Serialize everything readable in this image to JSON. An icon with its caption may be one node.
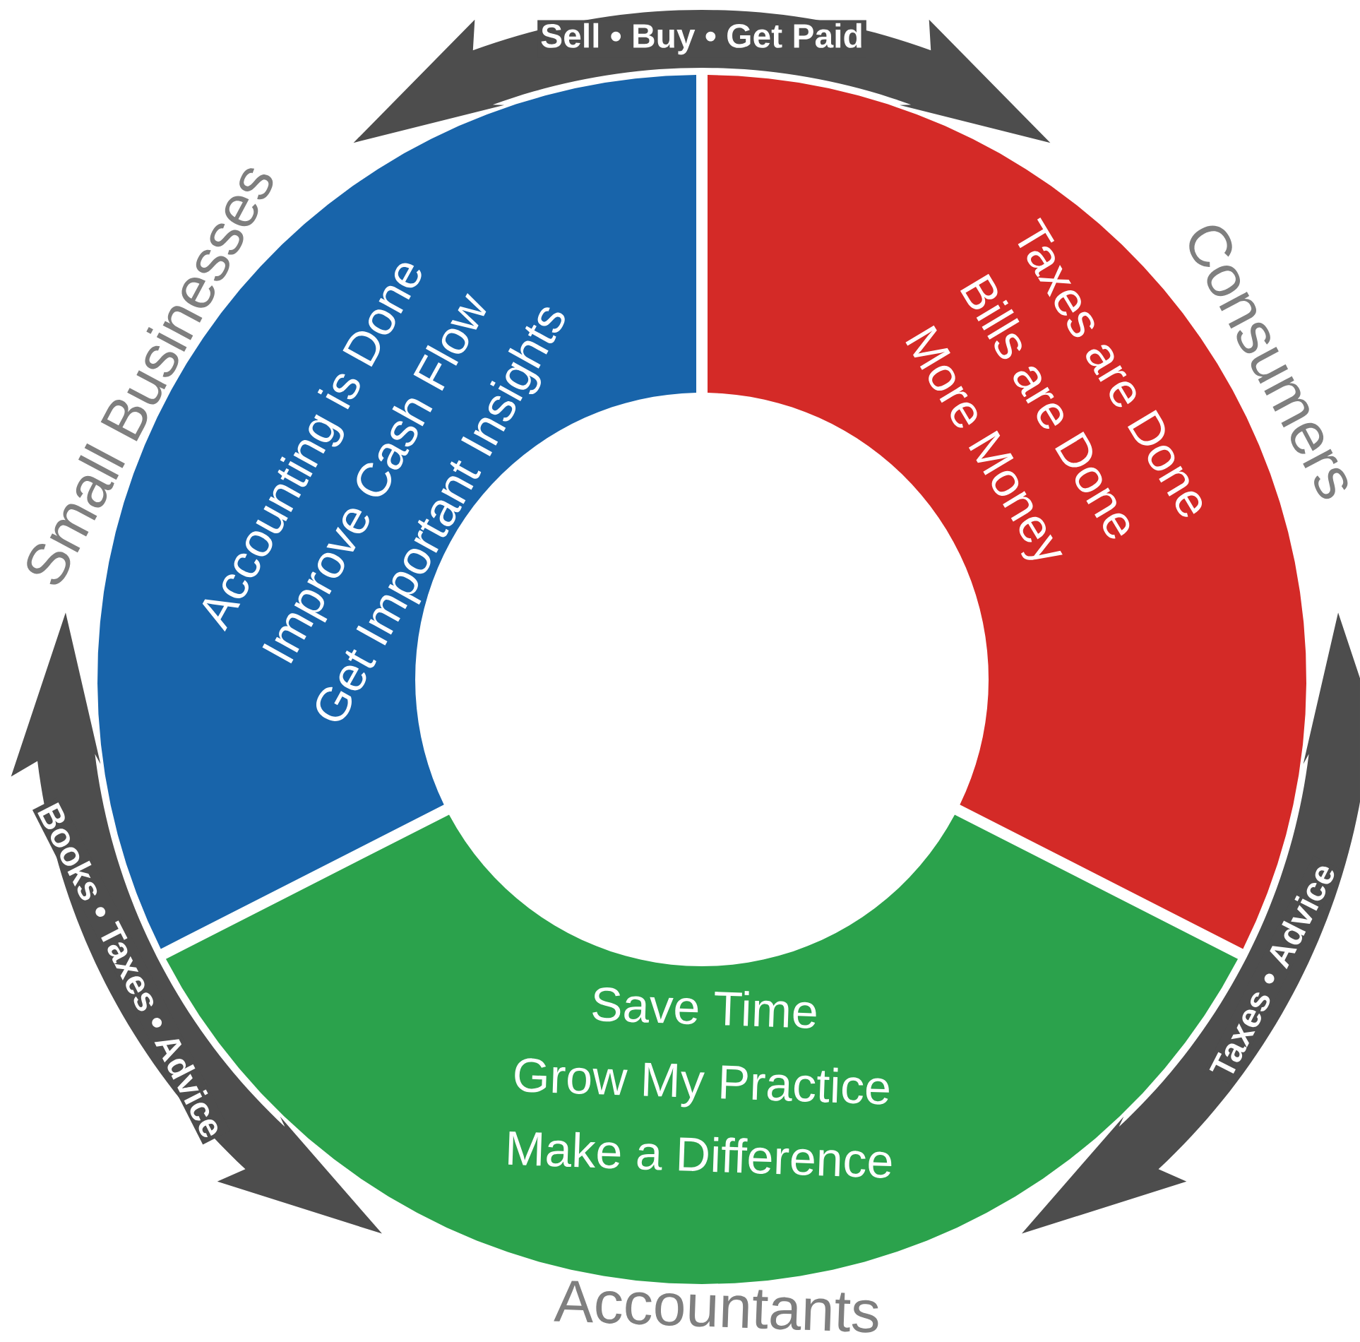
{
  "diagram": {
    "nodes": [
      {
        "text": [
          "Small Businesses",
          "Accounting is Done",
          "Improve Cash Flow",
          "Get Important Insights"
        ]
      },
      {
        "text": [
          "Consumers",
          "Taxes are Done",
          "Bills are Done",
          "More Money"
        ]
      },
      {
        "text": [
          "Save Time",
          "Grow My Practice",
          "Make a Difference",
          "Accountants"
        ]
      }
    ],
    "edges": [
      {
        "from": 0,
        "to": 1,
        "arrow": "both",
        "label": "Sell • Buy • Get Paid"
      },
      {
        "from": 1,
        "to": 2,
        "arrow": "both",
        "label": "Taxes • Advice"
      },
      {
        "from": 0,
        "to": 2,
        "arrow": "both",
        "label": "Books • Taxes • Advice"
      }
    ]
  }
}
